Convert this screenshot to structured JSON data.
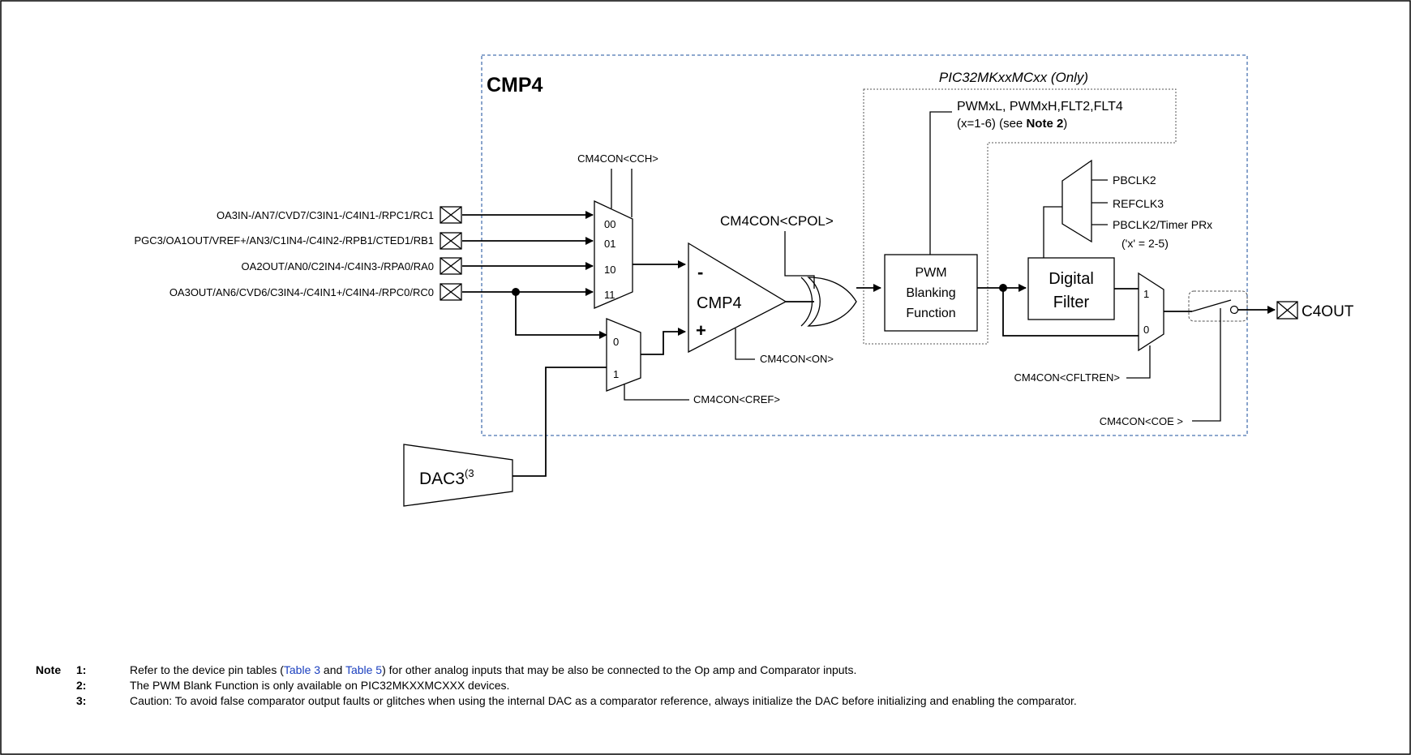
{
  "block_title": "CMP4",
  "family_label": "PIC32MKxxMCxx (Only)",
  "inputs": [
    "OA3IN-/AN7/CVD7/C3IN1-/C4IN1-/RPC1/RC1",
    "PGC3/OA1OUT/VREF+/AN3/C1IN4-/C4IN2-/RPB1/CTED1/RB1",
    "OA2OUT/AN0/C2IN4-/C4IN3-/RPA0/RA0",
    "OA3OUT/AN6/CVD6/C3IN4-/C4IN1+/C4IN4-/RPC0/RC0"
  ],
  "mux_inputs": {
    "select_label": "CM4CON<CCH>",
    "codes": [
      "00",
      "01",
      "10",
      "11"
    ]
  },
  "ref_mux": {
    "codes": [
      "0",
      "1"
    ],
    "select_label": "CM4CON<CREF>"
  },
  "dac": {
    "label": "DAC3",
    "sup": "(3"
  },
  "comparator": {
    "label": "CMP4",
    "minus": "-",
    "plus": "+",
    "polarity_label": "CM4CON<CPOL>",
    "enable_label": "CM4CON<ON>"
  },
  "pwm_sources": {
    "line1": "PWMxL, PWMxH,FLT2,FLT4",
    "line2_prefix": "(x=1-6) (see ",
    "line2_bold": "Note 2",
    "line2_suffix": ")"
  },
  "pwm_block": {
    "line1": "PWM",
    "line2": "Blanking",
    "line3": "Function"
  },
  "clock_mux": {
    "sources": [
      "PBCLK2",
      "REFCLK3",
      "PBCLK2/Timer PRx"
    ],
    "note": "('x' = 2-5)"
  },
  "digital_filter": {
    "line1": "Digital",
    "line2": "Filter"
  },
  "output_mux": {
    "codes": [
      "1",
      "0"
    ],
    "select_label": "CM4CON<CFLTREN>"
  },
  "output_enable_label": "CM4CON<COE >",
  "output_pin": "C4OUT",
  "notes": {
    "head": "Note",
    "items": [
      {
        "num": "1:",
        "pre": "Refer to the device pin tables (",
        "link1": "Table 3",
        "mid": " and ",
        "link2": "Table 5",
        "post": ") for other analog inputs that may be also be connected to the Op amp and Comparator inputs."
      },
      {
        "num": "2:",
        "text": "The PWM Blank Function is only available on PIC32MKXXMCXXX devices."
      },
      {
        "num": "3:",
        "text": "Caution: To avoid false comparator output faults or glitches when using the internal DAC as a comparator reference, always initialize the DAC before initializing and enabling the comparator."
      }
    ]
  },
  "colors": {
    "frame": "#000000",
    "boundary": "#4a74b0",
    "link": "#1a3fbf"
  }
}
